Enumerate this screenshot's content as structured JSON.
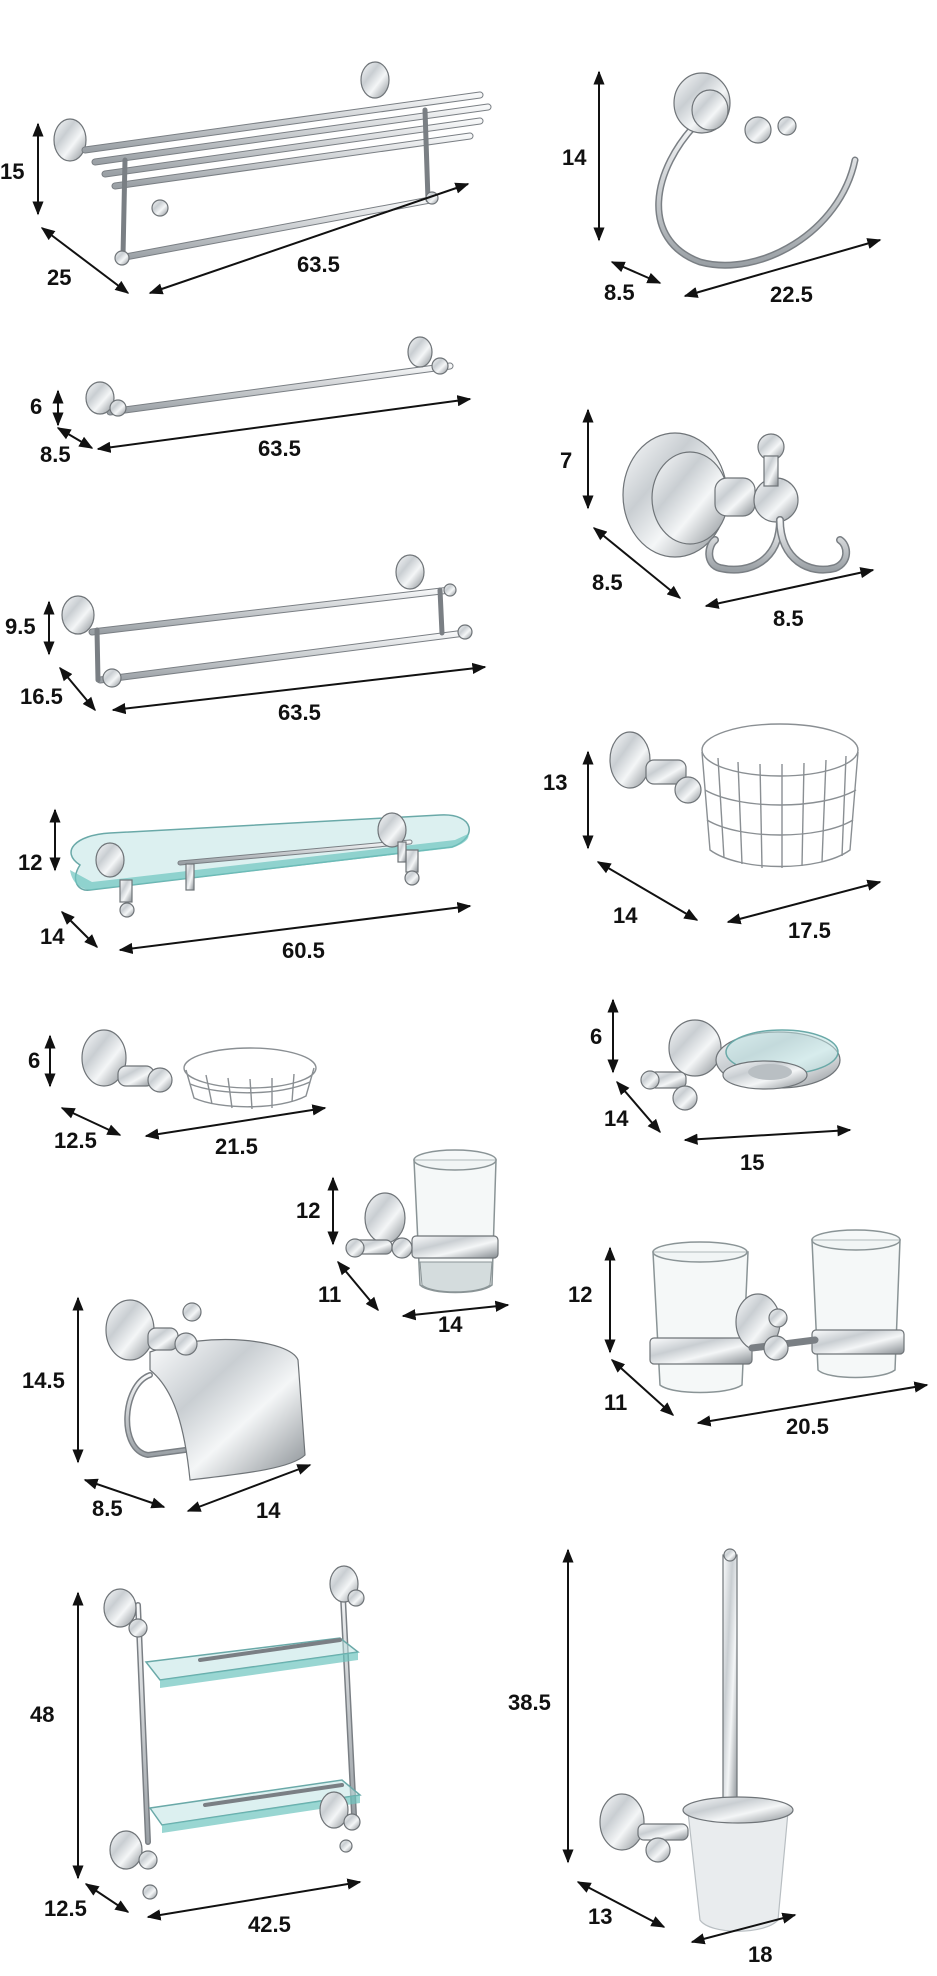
{
  "items": [
    {
      "name": "towel-shelf",
      "dims": [
        "15",
        "25",
        "63.5"
      ]
    },
    {
      "name": "towel-ring",
      "dims": [
        "14",
        "8.5",
        "22.5"
      ]
    },
    {
      "name": "single-towel-bar",
      "dims": [
        "6",
        "8.5",
        "63.5"
      ]
    },
    {
      "name": "robe-hook",
      "dims": [
        "7",
        "8.5",
        "8.5"
      ]
    },
    {
      "name": "double-towel-bar",
      "dims": [
        "9.5",
        "16.5",
        "63.5"
      ]
    },
    {
      "name": "sponge-basket",
      "dims": [
        "13",
        "14",
        "17.5"
      ]
    },
    {
      "name": "glass-shelf",
      "dims": [
        "12",
        "14",
        "60.5"
      ]
    },
    {
      "name": "soap-basket",
      "dims": [
        "6",
        "12.5",
        "21.5"
      ]
    },
    {
      "name": "soap-dish",
      "dims": [
        "6",
        "14",
        "15"
      ]
    },
    {
      "name": "single-tumbler-holder",
      "dims": [
        "12",
        "11",
        "14"
      ]
    },
    {
      "name": "paper-holder",
      "dims": [
        "14.5",
        "8.5",
        "14"
      ]
    },
    {
      "name": "double-tumbler-holder",
      "dims": [
        "12",
        "11",
        "20.5"
      ]
    },
    {
      "name": "double-glass-shelf",
      "dims": [
        "48",
        "12.5",
        "42.5"
      ]
    },
    {
      "name": "toilet-brush-holder",
      "dims": [
        "38.5",
        "13",
        "18"
      ]
    }
  ]
}
